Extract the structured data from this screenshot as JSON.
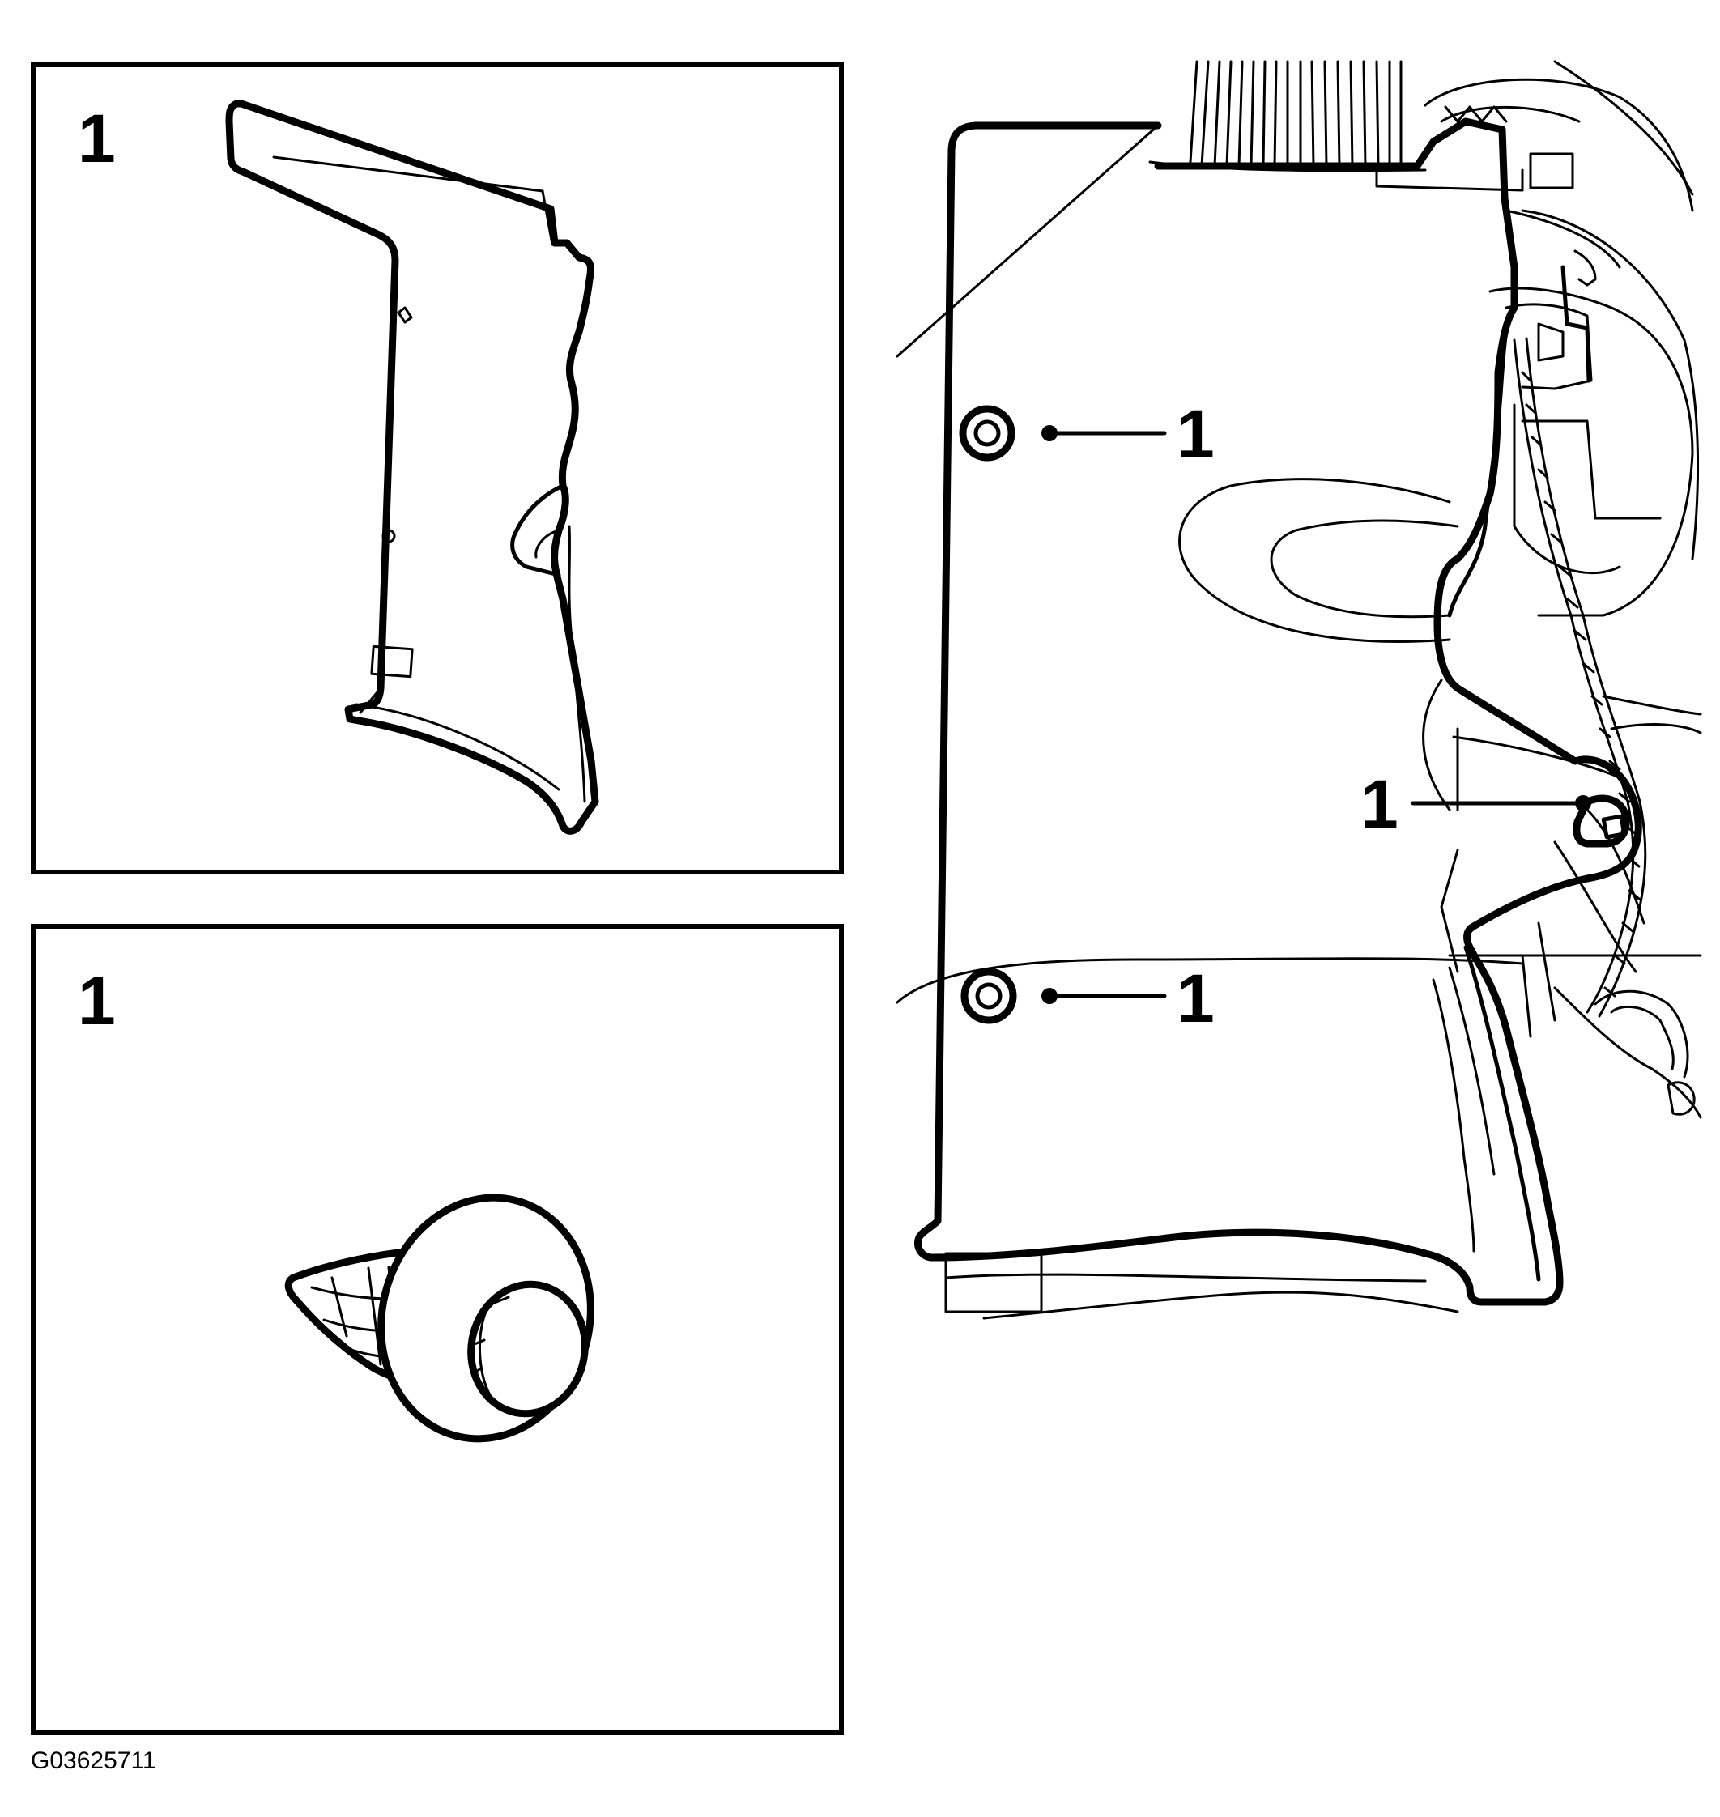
{
  "figure": {
    "id_label": "G03625711",
    "inset_trim_panel": {
      "callout": "1"
    },
    "inset_clip": {
      "callout": "1"
    },
    "main_view": {
      "callouts": [
        {
          "label": "1"
        },
        {
          "label": "1"
        },
        {
          "label": "1"
        }
      ]
    }
  }
}
